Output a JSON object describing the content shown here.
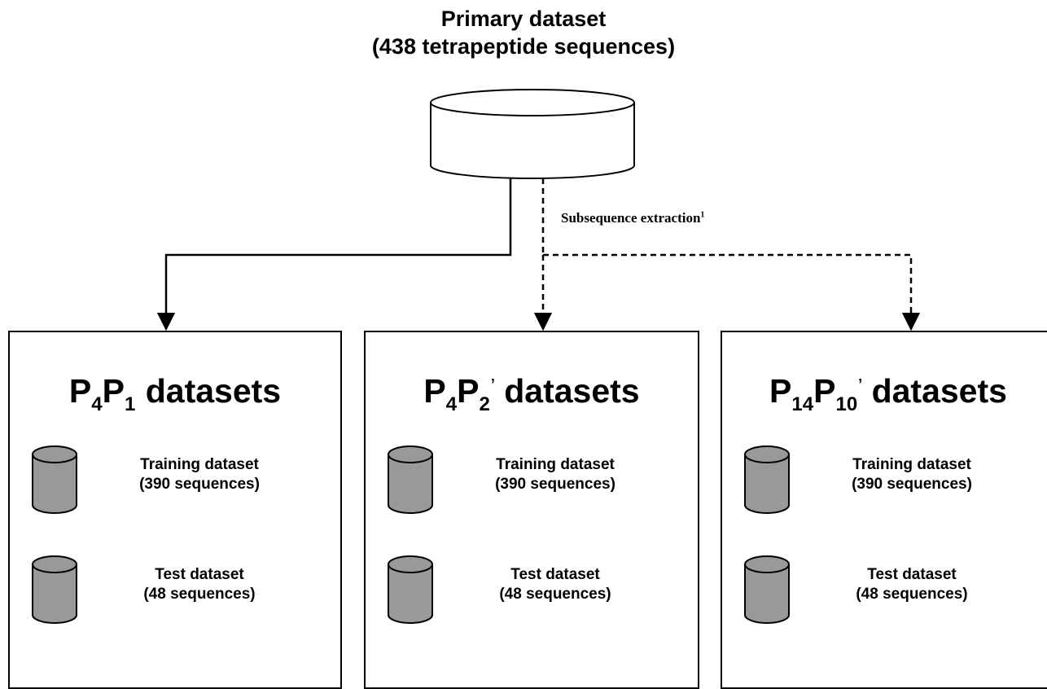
{
  "primary": {
    "title_line1": "Primary dataset",
    "title_line2": "(438 tetrapeptide sequences)",
    "icon": "database-cylinder"
  },
  "extraction": {
    "label": "Subsequence extraction",
    "footnote": "1"
  },
  "panels": [
    {
      "name_parts": [
        "P",
        "4",
        "P",
        "1",
        "",
        " datasets"
      ],
      "training": {
        "line1": "Training dataset",
        "line2": "(390 sequences)"
      },
      "test": {
        "line1": "Test dataset",
        "line2": "(48 sequences)"
      }
    },
    {
      "name_parts": [
        "P",
        "4",
        "P",
        "2",
        "’",
        " datasets"
      ],
      "training": {
        "line1": "Training dataset",
        "line2": "(390 sequences)"
      },
      "test": {
        "line1": "Test dataset",
        "line2": "(48 sequences)"
      }
    },
    {
      "name_parts": [
        "P",
        "14",
        "P",
        "10",
        "’",
        " datasets"
      ],
      "training": {
        "line1": "Training dataset",
        "line2": "(390 sequences)"
      },
      "test": {
        "line1": "Test dataset",
        "line2": "(48 sequences)"
      }
    }
  ],
  "colors": {
    "cylinder_fill": "#999999",
    "primary_fill": "#ffffff",
    "stroke": "#000000"
  }
}
